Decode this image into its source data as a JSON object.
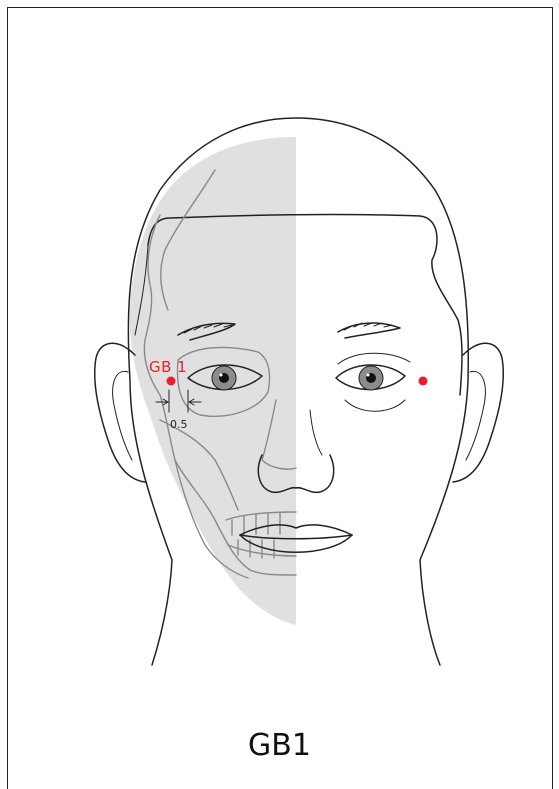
{
  "figure": {
    "caption": "GB1",
    "point_label": "GB 1",
    "measurement_label": "0.5"
  },
  "colors": {
    "point": "#e8202a",
    "skull_shade": "#e0e0e1",
    "line": "#222222",
    "background": "#ffffff"
  }
}
